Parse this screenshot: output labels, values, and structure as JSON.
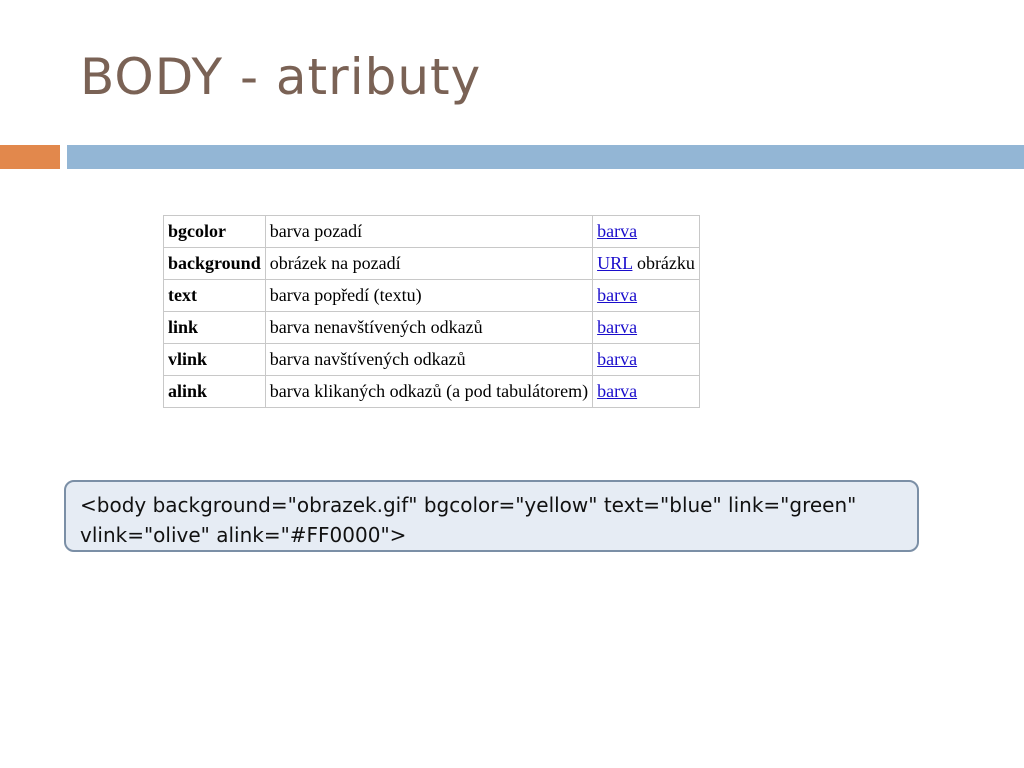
{
  "slide": {
    "title": "BODY - atributy"
  },
  "table": {
    "rows": [
      {
        "attr": "bgcolor",
        "description": "barva pozadí",
        "value_link": "barva",
        "value_suffix": ""
      },
      {
        "attr": "background",
        "description": "obrázek na pozadí",
        "value_link": "URL",
        "value_suffix": " obrázku"
      },
      {
        "attr": "text",
        "description": "barva popředí (textu)",
        "value_link": "barva",
        "value_suffix": ""
      },
      {
        "attr": "link",
        "description": "barva nenavštívených odkazů",
        "value_link": "barva",
        "value_suffix": ""
      },
      {
        "attr": "vlink",
        "description": "barva navštívených odkazů",
        "value_link": "barva",
        "value_suffix": ""
      },
      {
        "attr": "alink",
        "description": "barva klikaných odkazů (a pod tabulátorem)",
        "value_link": "barva",
        "value_suffix": ""
      }
    ]
  },
  "code_example": {
    "line1": "<body background=\"obrazek.gif\" bgcolor=\"yellow\" text=\"blue\" link=\"green\"",
    "line2": "vlink=\"olive\" alink=\"#FF0000\">"
  },
  "colors": {
    "title": "#7a6255",
    "accent_orange": "#e2884c",
    "accent_blue": "#93b6d5",
    "link": "#1a0dcc",
    "code_box_bg": "#e6ecf4",
    "code_box_border": "#7b8fa6"
  }
}
